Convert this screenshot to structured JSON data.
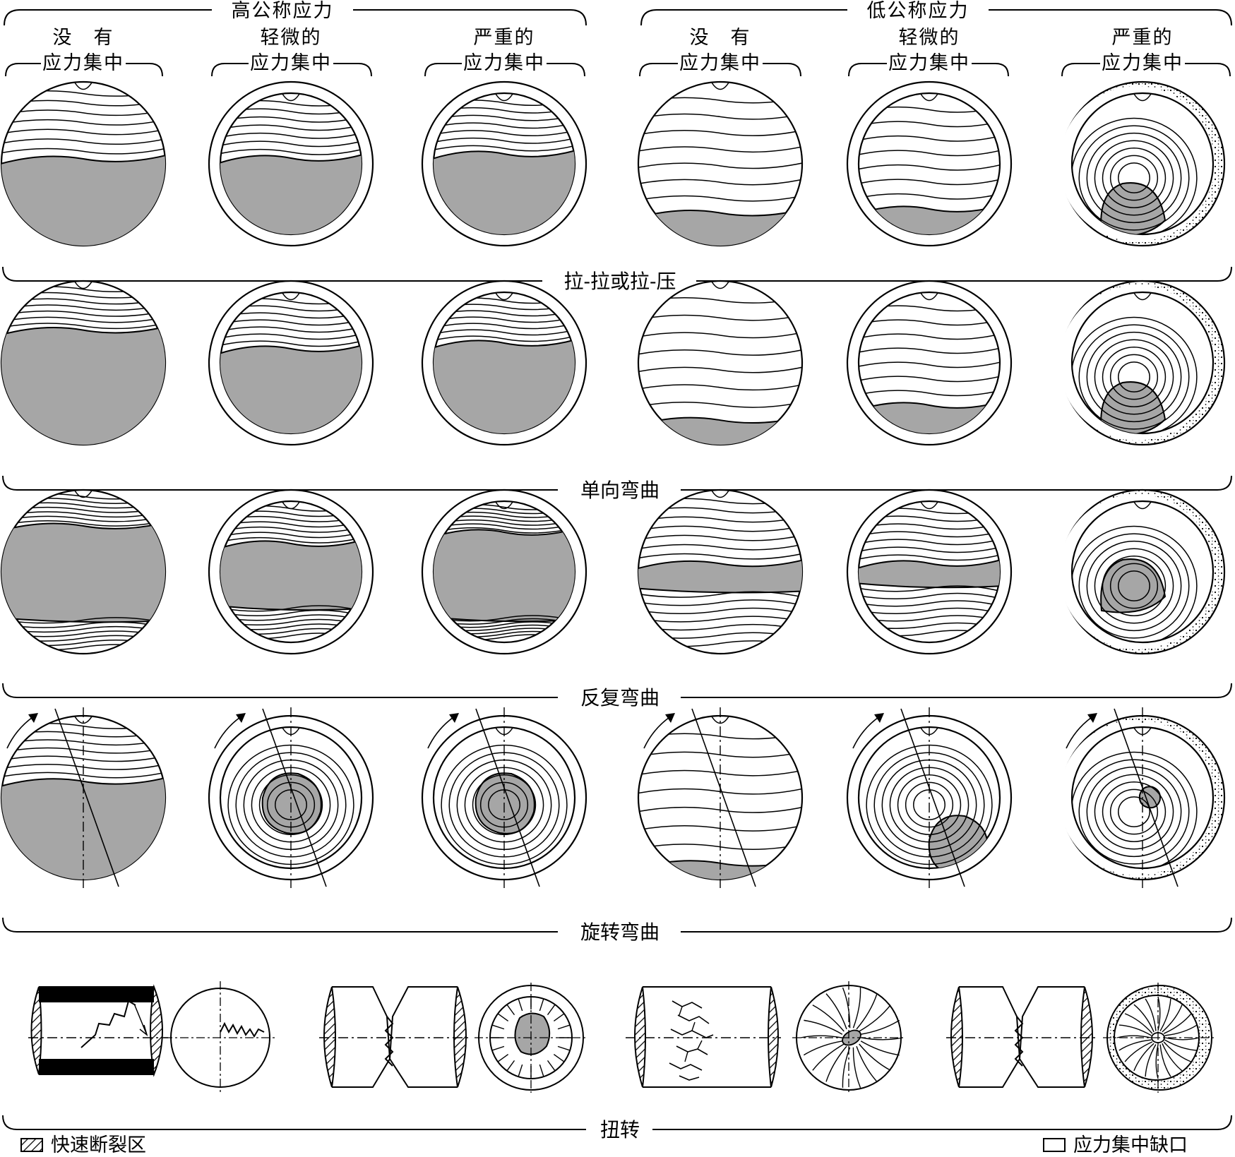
{
  "groups": {
    "high": "高公称应力",
    "low": "低公称应力"
  },
  "columns": [
    {
      "l1": "没　有",
      "l2": "应力集中"
    },
    {
      "l1": "轻微的",
      "l2": "应力集中"
    },
    {
      "l1": "严重的",
      "l2": "应力集中"
    },
    {
      "l1": "没　有",
      "l2": "应力集中"
    },
    {
      "l1": "轻微的",
      "l2": "应力集中"
    },
    {
      "l1": "严重的",
      "l2": "应力集中"
    }
  ],
  "rows": [
    {
      "label": "拉-拉或拉-压"
    },
    {
      "label": "单向弯曲"
    },
    {
      "label": "反复弯曲"
    },
    {
      "label": "旋转弯曲"
    },
    {
      "label": "扭转"
    }
  ],
  "legend": {
    "left": "快速断裂区",
    "right": "应力集中缺口"
  },
  "colors": {
    "fracture_fill": "#a6a6a6",
    "stroke": "#000000",
    "hatch": "#000000"
  }
}
